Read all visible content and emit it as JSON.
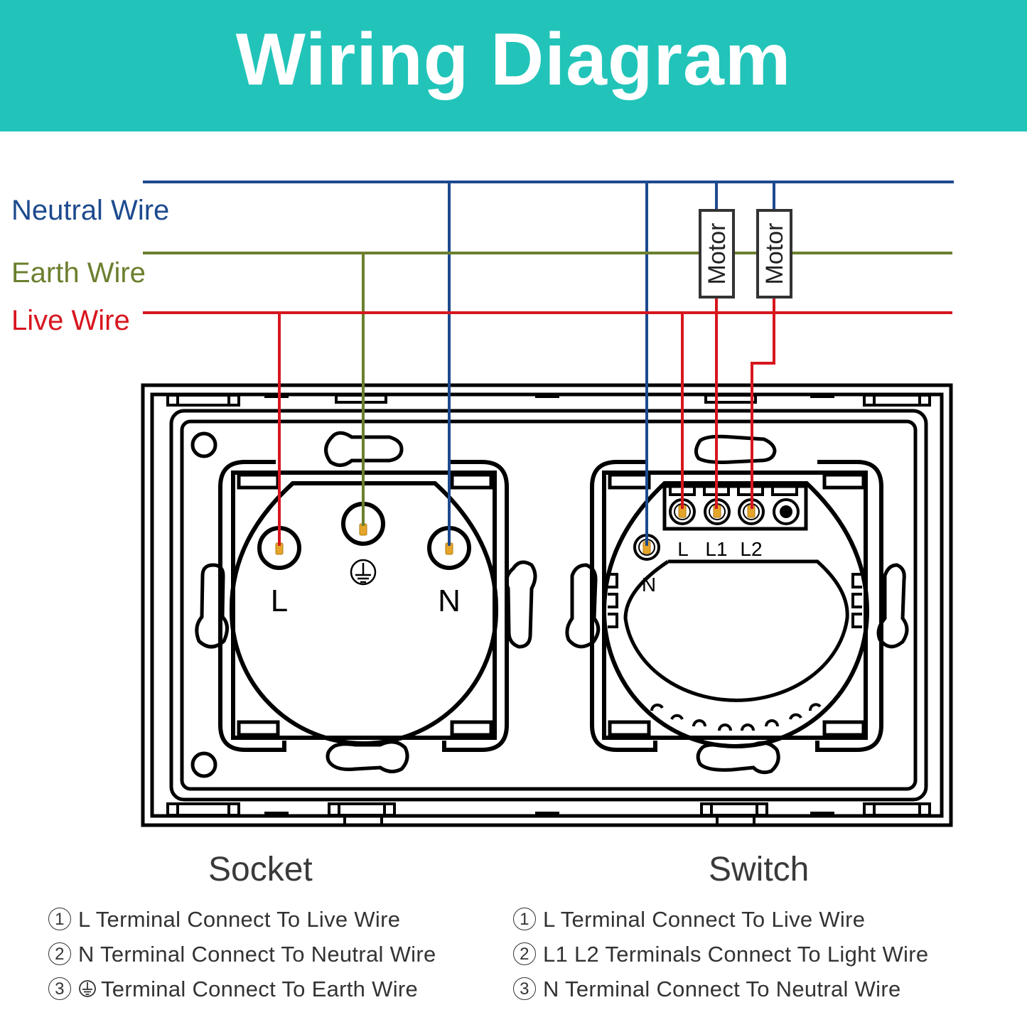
{
  "header": {
    "title": "Wiring Diagram",
    "background": "#22c4b9"
  },
  "wires": {
    "neutral": {
      "label": "Neutral Wire",
      "color": "#1d4a8e"
    },
    "earth": {
      "label": "Earth Wire",
      "color": "#6b7f2e"
    },
    "live": {
      "label": "Live Wire",
      "color": "#d7161e"
    }
  },
  "loads": [
    {
      "label": "Motor"
    },
    {
      "label": "Motor"
    }
  ],
  "socket": {
    "title": "Socket",
    "terminals": {
      "L": "L",
      "N": "N",
      "earth_symbol": "earth-ground-icon"
    },
    "instructions": [
      {
        "num": "1",
        "text": "L Terminal Connect To Live Wire"
      },
      {
        "num": "2",
        "text": "N Terminal Connect To Neutral Wire"
      },
      {
        "num": "3",
        "text": "Terminal Connect To Earth Wire",
        "icon": "earth-ground-icon"
      }
    ]
  },
  "switch": {
    "title": "Switch",
    "terminals": {
      "L": "L",
      "L1": "L1",
      "L2": "L2",
      "N": "N"
    },
    "instructions": [
      {
        "num": "1",
        "text": "L Terminal Connect To Live Wire"
      },
      {
        "num": "2",
        "text": "L1 L2 Terminals Connect To Light Wire"
      },
      {
        "num": "3",
        "text": "N Terminal Connect To Neutral Wire"
      }
    ]
  }
}
